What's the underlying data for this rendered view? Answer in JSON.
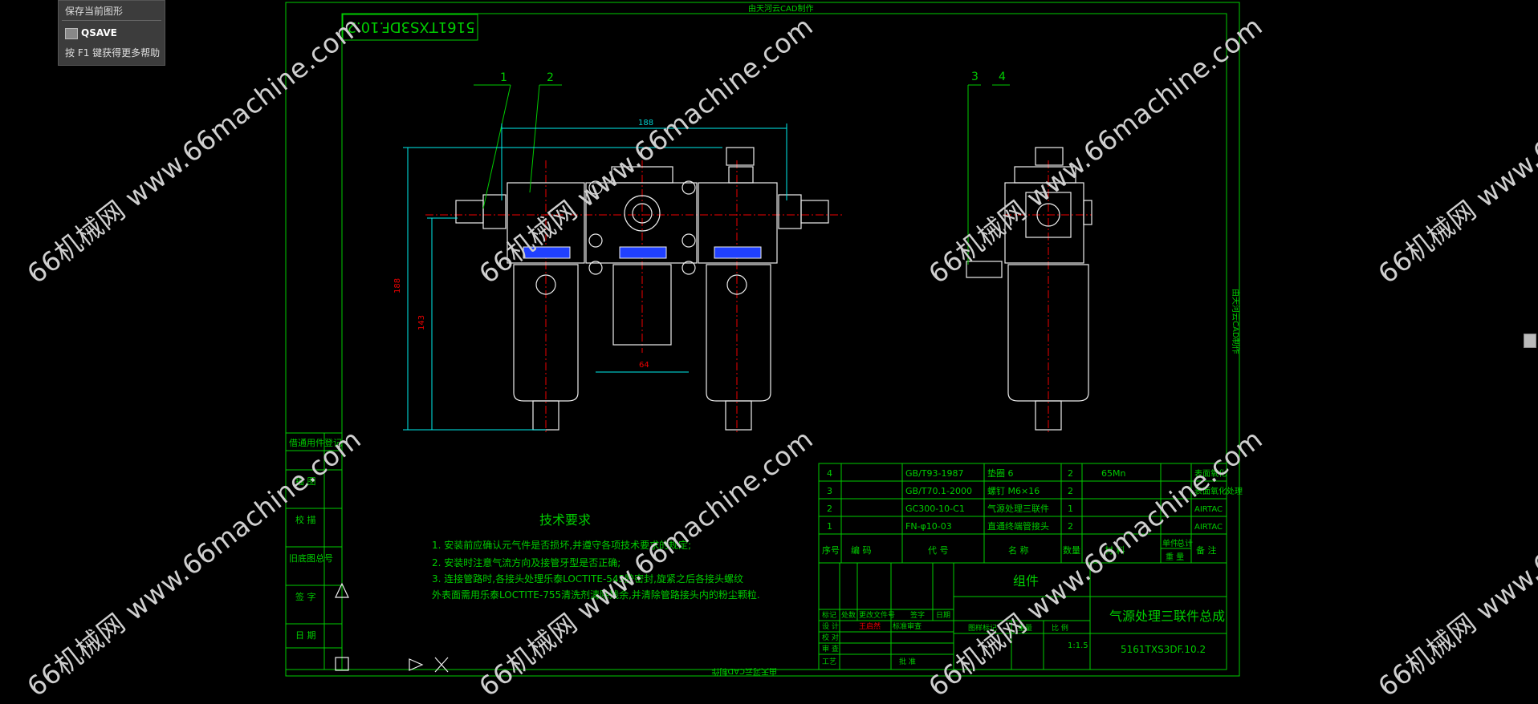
{
  "tooltip": {
    "title": "保存当前图形",
    "command": "QSAVE",
    "help": "按 F1 键获得更多帮助"
  },
  "watermark": "66机械网 www.66machine.com",
  "frame": {
    "top_caption": "由天河云CAD制作",
    "side_caption": "由天河云CAD制作",
    "bottom_caption": "由天河云CAD制作"
  },
  "code_box": "5161TXS3DF.10.2",
  "balloons": [
    "1",
    "2",
    "3",
    "4"
  ],
  "dimensions": {
    "width": "188",
    "height": "188",
    "height2": "143",
    "bottom": "64"
  },
  "left_strip": [
    "借通用件登记",
    "描 图",
    "校 描",
    "旧底图总号",
    "签 字",
    "日 期"
  ],
  "tech": {
    "title": "技术要求",
    "items": [
      "1. 安装前应确认元气件是否损坏,并遵守各项技术要求的规定;",
      "2. 安装时注意气流方向及接管牙型是否正确;",
      "3. 连接管路时,各接头处理乐泰LOCTITE-545胶密封,旋紧之后各接头螺纹",
      "   外表面需用乐泰LOCTITE-755清洗剂清除残余,并清除管路接头内的粉尘颗粒."
    ]
  },
  "bom": {
    "rows": [
      {
        "no": "4",
        "code": "",
        "std": "GB/T93-1987",
        "name": "垫圈 6",
        "qty": "2",
        "mat": "65Mn",
        "note": "表面氧化"
      },
      {
        "no": "3",
        "code": "",
        "std": "GB/T70.1-2000",
        "name": "螺钉 M6×16",
        "qty": "2",
        "mat": "",
        "note": "表面氧化处理"
      },
      {
        "no": "2",
        "code": "",
        "std": "GC300-10-C1",
        "name": "气源处理三联件",
        "qty": "1",
        "mat": "",
        "note": "AIRTAC"
      },
      {
        "no": "1",
        "code": "",
        "std": "FN-φ10-03",
        "name": "直通终端管接头",
        "qty": "2",
        "mat": "",
        "note": "AIRTAC"
      }
    ],
    "header": {
      "no": "序号",
      "code": "编 码",
      "std": "代 号",
      "name": "名 称",
      "qty": "数量",
      "mat": "材 料",
      "unit": "单件",
      "total": "总计",
      "weight": "重 量",
      "note": "备 注"
    }
  },
  "title_block": {
    "group": "组件",
    "part_name": "气源处理三联件总成",
    "part_code": "5161TXS3DF.10.2",
    "scale": "1:1.5",
    "labels": {
      "biaoji": "标记",
      "chushu": "处数",
      "gengaiwenjian": "更改文件号",
      "qianzi": "签字",
      "riqi": "日期",
      "sheji": "设 计",
      "biaozhunhua": "标准审查",
      "jiaodui": "校 对",
      "shencha": "审 查",
      "gongyi": "工艺",
      "pizhun": "批 准",
      "tuyang": "图样标记",
      "zhongliang": "重量",
      "bili": "比 例",
      "designer": "王启然"
    }
  },
  "colors": {
    "frame": "#00cc00",
    "part": "#eeeeee",
    "dim": "#00dddd",
    "center": "#ee0000",
    "label": "#2040ff"
  }
}
